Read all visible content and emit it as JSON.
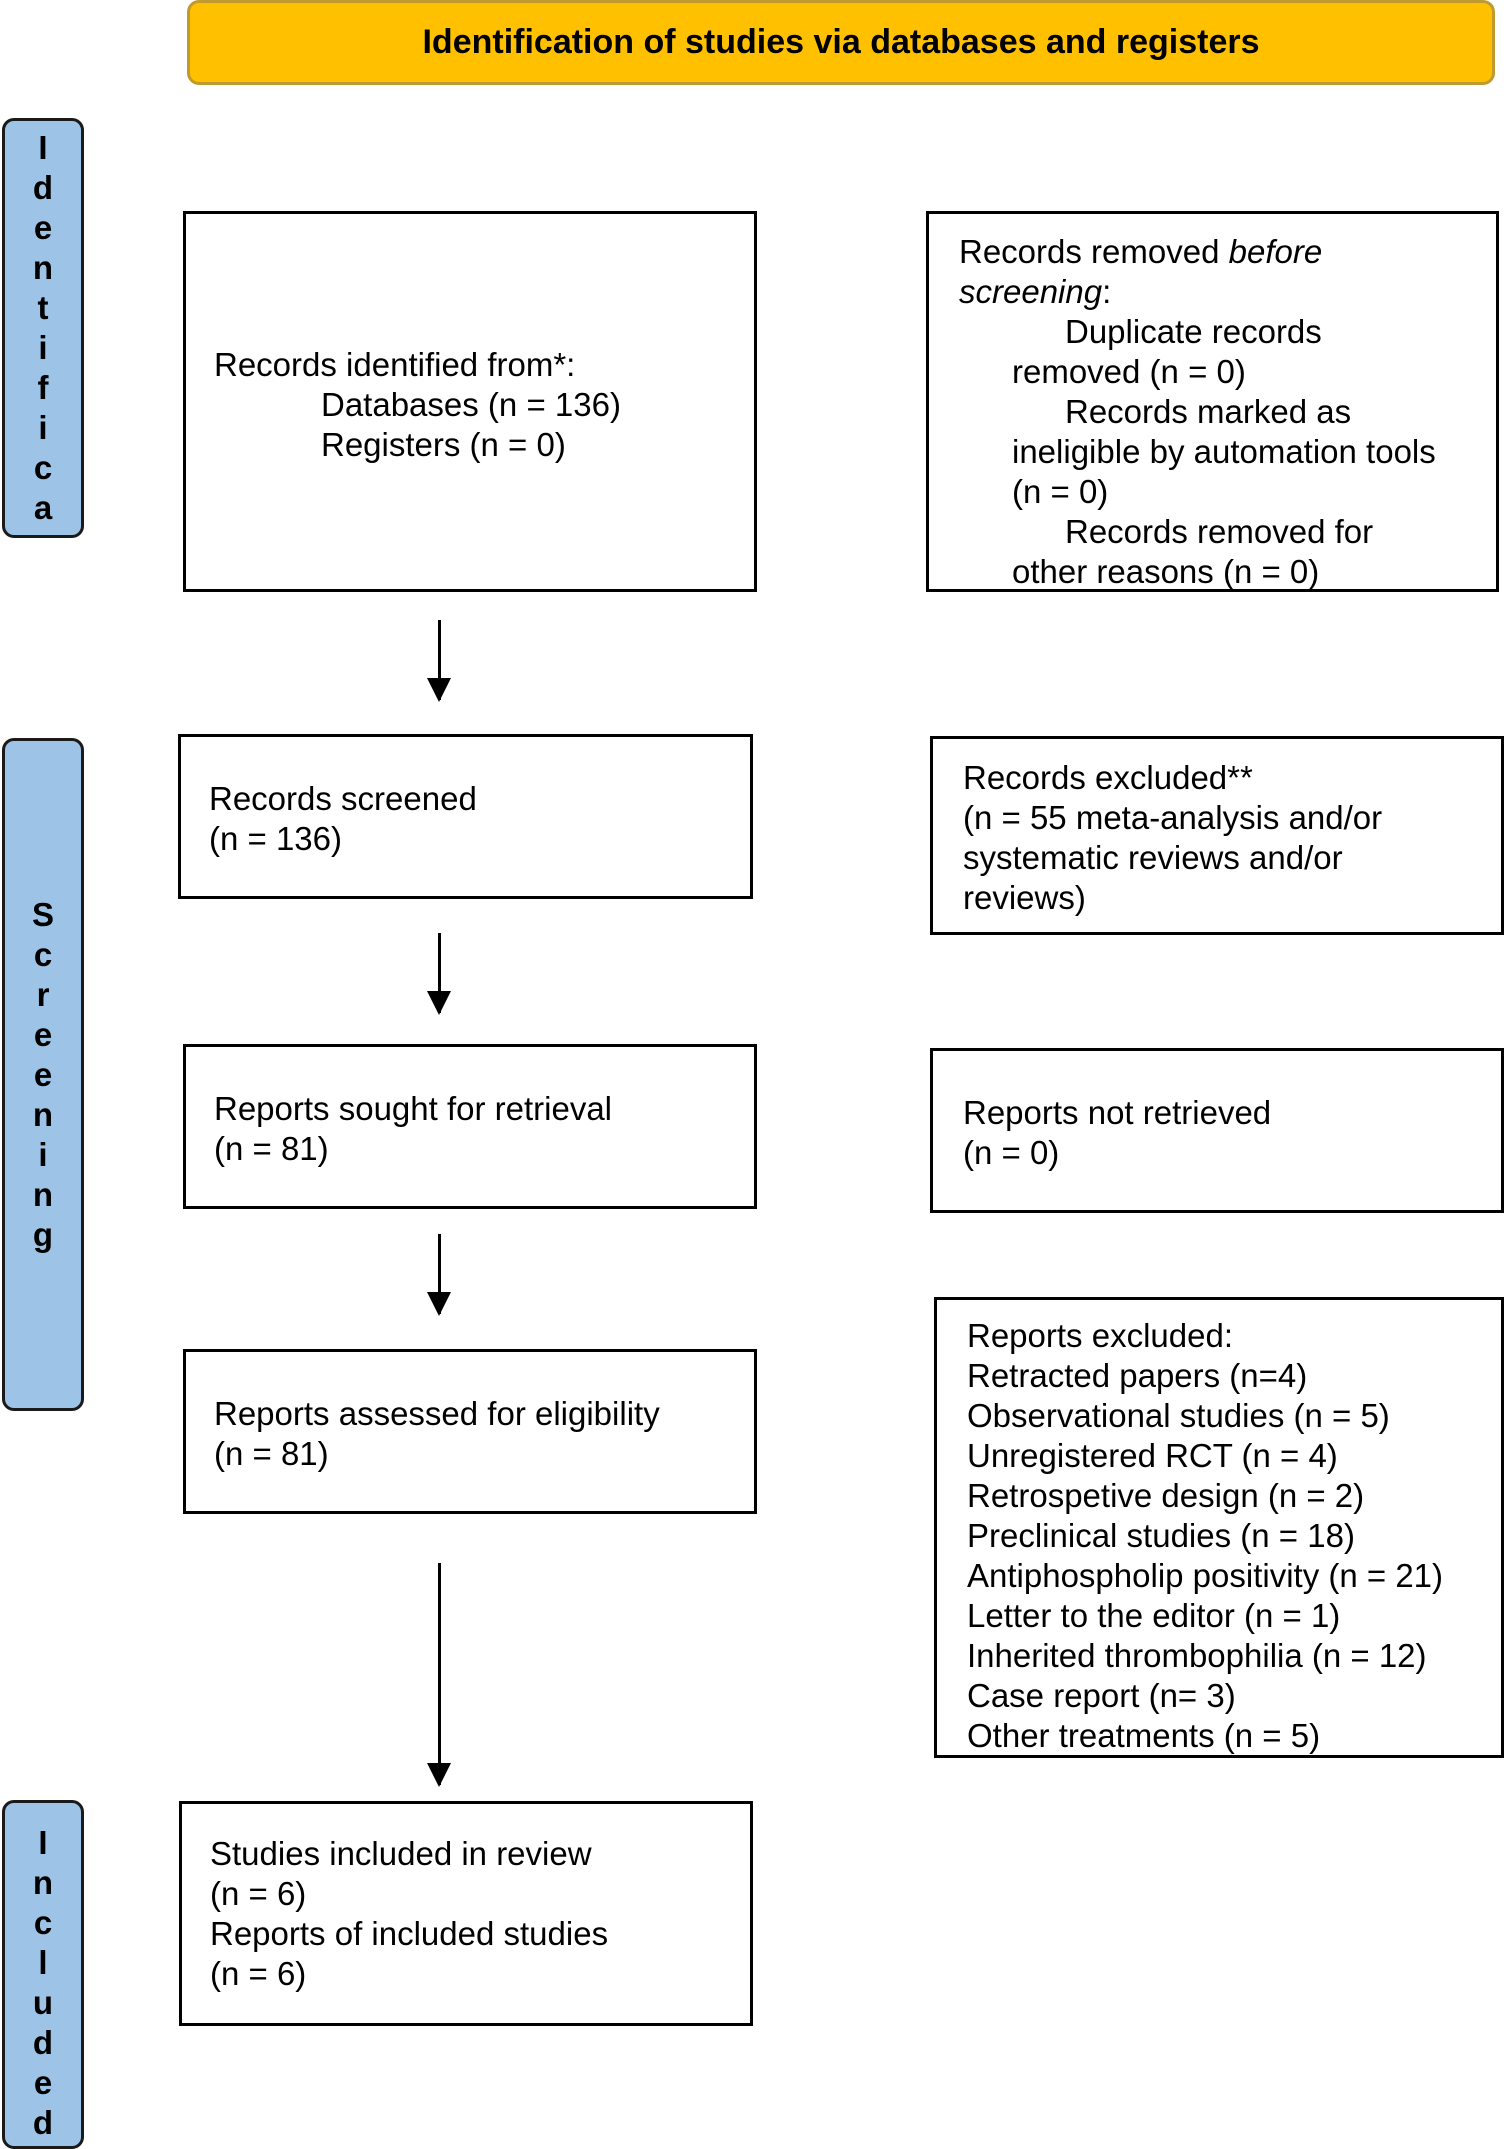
{
  "header": {
    "title": "Identification of studies via databases and registers"
  },
  "phases": {
    "identification": [
      "I",
      "d",
      "e",
      "n",
      "t",
      "i",
      "f",
      "i",
      "c",
      "a"
    ],
    "screening": [
      "S",
      "c",
      "r",
      "e",
      "e",
      "n",
      "i",
      "n",
      "g"
    ],
    "included": [
      "I",
      "n",
      "c",
      "l",
      "u",
      "d",
      "e",
      "d"
    ]
  },
  "boxes": {
    "identified": {
      "line1": "Records identified from*:",
      "line2": "Databases (n = 136)",
      "line3": "Registers (n = 0)"
    },
    "removed": {
      "line1_a": "Records removed ",
      "line1_b": "before",
      "line2_a": "screening",
      "line2_b": ":",
      "line3": "Duplicate records",
      "line4": "removed  (n = 0)",
      "line5": "Records marked as",
      "line6": "ineligible by automation tools",
      "line7": "(n = 0)",
      "line8": "Records removed for",
      "line9": "other reasons (n = 0)"
    },
    "screened": {
      "line1": "Records screened",
      "line2": "(n = 136)"
    },
    "excluded": {
      "line1": "Records excluded**",
      "line2": "(n = 55 meta-analysis and/or",
      "line3": "systematic reviews and/or",
      "line4": "reviews)"
    },
    "sought": {
      "line1": "Reports sought for retrieval",
      "line2": "(n = 81)"
    },
    "not_retrieved": {
      "line1": "Reports not retrieved",
      "line2": "(n = 0)"
    },
    "assessed": {
      "line1": "Reports assessed for eligibility",
      "line2": "(n = 81)"
    },
    "reports_excluded": {
      "title": "Reports excluded:",
      "items": [
        "Retracted papers (n=4)",
        "Observational studies (n = 5)",
        "Unregistered RCT (n = 4)",
        "Retrospetive design (n = 2)",
        "Preclinical studies (n = 18)",
        "Antiphospholip positivity (n = 21)",
        "Letter to the editor (n = 1)",
        "Inherited thrombophilia (n = 12)",
        "Case report (n= 3)",
        "Other treatments (n = 5)"
      ]
    },
    "included": {
      "line1": "Studies included in review",
      "line2": "(n = 6)",
      "line3": "Reports of included studies",
      "line4": "(n = 6)"
    }
  },
  "colors": {
    "header_fill": "#FFC000",
    "phase_fill": "#9DC3E6"
  }
}
